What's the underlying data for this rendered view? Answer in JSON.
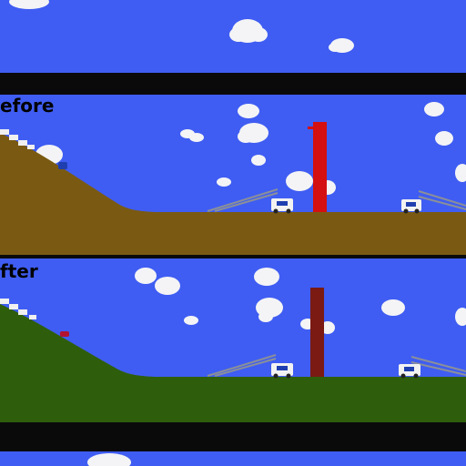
{
  "panels": {
    "before_label": "efore",
    "after_label": "fter"
  },
  "colors": {
    "sky": "#3f5df2",
    "ground_before": "#7a5a12",
    "ground_after": "#2e5e0c",
    "tower_before": "#d41010",
    "tower_after": "#7a1a12",
    "ramp": "#8a8f99",
    "separator": "#0a0a0a"
  },
  "icons": [
    "cloud-icon",
    "van-icon",
    "car-icon",
    "ramp",
    "brick-tower"
  ]
}
